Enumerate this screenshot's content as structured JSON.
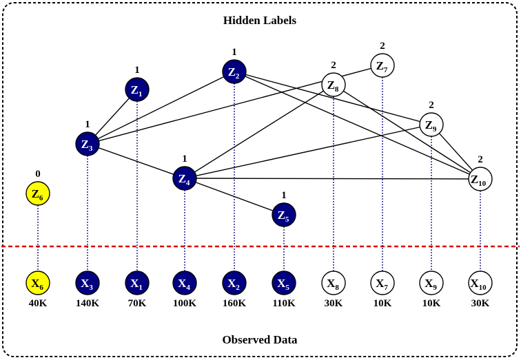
{
  "title_top": "Hidden Labels",
  "title_bottom": "Observed Data",
  "colors": {
    "cluster0": "#ffff00",
    "cluster1": "#000080",
    "cluster2": "#ffffff",
    "divider": "#e00000",
    "dotted_link": "#000080"
  },
  "hidden_nodes": [
    {
      "id": "z1",
      "base": "Z",
      "sub": "1",
      "count": "1",
      "cluster": 1
    },
    {
      "id": "z2",
      "base": "Z",
      "sub": "2",
      "count": "1",
      "cluster": 1
    },
    {
      "id": "z3",
      "base": "Z",
      "sub": "3",
      "count": "1",
      "cluster": 1
    },
    {
      "id": "z4",
      "base": "Z",
      "sub": "4",
      "count": "1",
      "cluster": 1
    },
    {
      "id": "z5",
      "base": "Z",
      "sub": "5",
      "count": "1",
      "cluster": 1
    },
    {
      "id": "z6",
      "base": "Z",
      "sub": "6",
      "count": "0",
      "cluster": 0
    },
    {
      "id": "z7",
      "base": "Z",
      "sub": "7",
      "count": "2",
      "cluster": 2
    },
    {
      "id": "z8",
      "base": "Z",
      "sub": "8",
      "count": "2",
      "cluster": 2
    },
    {
      "id": "z9",
      "base": "Z",
      "sub": "9",
      "count": "2",
      "cluster": 2
    },
    {
      "id": "z10",
      "base": "Z",
      "sub": "10",
      "count": "2",
      "cluster": 2
    }
  ],
  "observed_nodes": [
    {
      "id": "x6",
      "base": "X",
      "sub": "6",
      "size": "40K",
      "cluster": 0,
      "link": "z6"
    },
    {
      "id": "x3",
      "base": "X",
      "sub": "3",
      "size": "140K",
      "cluster": 1,
      "link": "z3"
    },
    {
      "id": "x1",
      "base": "X",
      "sub": "1",
      "size": "70K",
      "cluster": 1,
      "link": "z1"
    },
    {
      "id": "x4",
      "base": "X",
      "sub": "4",
      "size": "100K",
      "cluster": 1,
      "link": "z4"
    },
    {
      "id": "x2",
      "base": "X",
      "sub": "2",
      "size": "160K",
      "cluster": 1,
      "link": "z2"
    },
    {
      "id": "x5",
      "base": "X",
      "sub": "5",
      "size": "110K",
      "cluster": 1,
      "link": "z5"
    },
    {
      "id": "x8",
      "base": "X",
      "sub": "8",
      "size": "30K",
      "cluster": 2,
      "link": "z8"
    },
    {
      "id": "x7",
      "base": "X",
      "sub": "7",
      "size": "10K",
      "cluster": 2,
      "link": "z7"
    },
    {
      "id": "x9",
      "base": "X",
      "sub": "9",
      "size": "10K",
      "cluster": 2,
      "link": "z9"
    },
    {
      "id": "x10",
      "base": "X",
      "sub": "10",
      "size": "30K",
      "cluster": 2,
      "link": "z10"
    }
  ],
  "edges": [
    [
      "z1",
      "z3"
    ],
    [
      "z3",
      "z2"
    ],
    [
      "z3",
      "z7"
    ],
    [
      "z3",
      "z4"
    ],
    [
      "z2",
      "z9"
    ],
    [
      "z2",
      "z10"
    ],
    [
      "z4",
      "z8"
    ],
    [
      "z4",
      "z9"
    ],
    [
      "z4",
      "z10"
    ],
    [
      "z4",
      "z5"
    ],
    [
      "z8",
      "z10"
    ],
    [
      "z9",
      "z10"
    ]
  ]
}
